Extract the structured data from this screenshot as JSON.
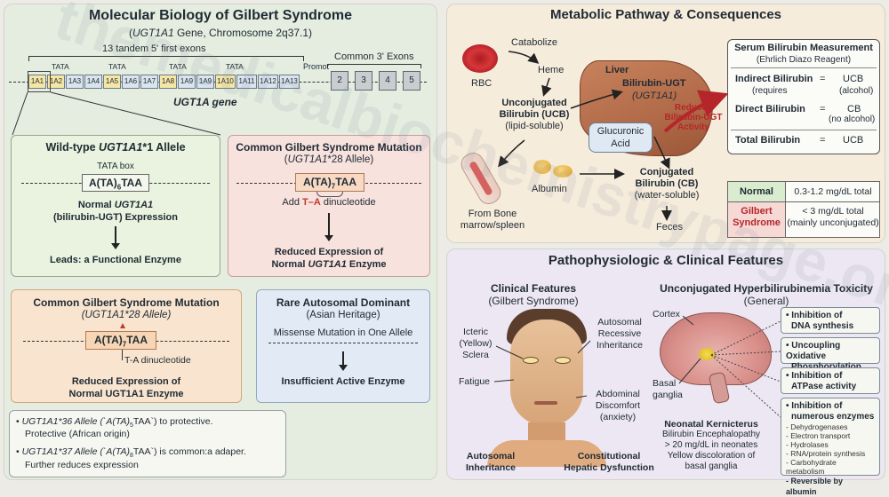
{
  "left": {
    "title": "Molecular Biology of Gilbert Syndrome",
    "subtitle_gene": "UGT1A1",
    "subtitle_rest": " Gene, Chromosome 2q37.1)",
    "subtitle_open": "(",
    "first_exons_label": "13 tandem 5' first exons",
    "common_exons_label": "Common 3' Exons",
    "promoter_label": "Promot",
    "tata_labels": [
      "TATA",
      "TATA",
      "TATA",
      "TATA"
    ],
    "exons": [
      "1A1",
      "1A2",
      "1A3",
      "1A4",
      "1A5",
      "1A6",
      "1A7",
      "1A8",
      "1A9",
      "1A9",
      "1A10",
      "1A11",
      "1A12",
      "1A13"
    ],
    "exons3": [
      "2",
      "3",
      "4",
      "5"
    ],
    "gene_label": "UGT1A gene",
    "wildtype": {
      "title_pre": "Wild-type ",
      "title_gene": "UGT1A1",
      "title_post": "*1 Allele",
      "tata_box": "TATA box",
      "seq_pre": "A(TA)",
      "seq_sub": "6",
      "seq_post": "TAA",
      "line1_pre": "Normal ",
      "line1_gene": "UGT1A1",
      "line2": "(bilirubin-UGT) Expression",
      "result": "Leads: a Functional Enzyme"
    },
    "mutation1": {
      "title": "Common Gilbert Syndrome Mutation",
      "sub_open": "(",
      "sub_gene": "UGT1A1",
      "sub_rest": "*28 Allele)",
      "seq_pre": "A(TA)",
      "seq_sub": "7",
      "seq_post": "TAA",
      "add_pre": "Add ",
      "add_ta": "T–A",
      "add_post": " dinucleotide",
      "result1": "Reduced Expression of",
      "result2_pre": "Normal ",
      "result2_gene": "UGT1A1",
      "result2_post": " Enzyme"
    },
    "mutation2": {
      "title": "Common Gilbert Syndrome Mutation",
      "sub": "(UGT1A1*28 Allele)",
      "seq_pre": "A(TA)",
      "seq_sub": "7",
      "seq_post": "TAA",
      "dinuc": "T-A dinucleotide",
      "result1": "Reduced Expression of",
      "result2": "Normal UGT1A1 Enzyme"
    },
    "rare": {
      "title": "Rare Autosomal Dominant",
      "sub": "(Asian Heritage)",
      "line": "Missense Mutation in One Allele",
      "result": "Insufficient Active Enzyme"
    },
    "notes": [
      {
        "a": "UGT1A1*36 Allele (`A(TA)",
        "sub": "5",
        "b": "TAA`) to protective.",
        "c": "Protective (African origin)"
      },
      {
        "a": "UGT1A1*37 Allele (`A(TA)",
        "sub": "8",
        "b": "TAA`) is common:a adaper.",
        "c": "Further reduces expression"
      }
    ]
  },
  "metabolic": {
    "title": "Metabolic Pathway & Consequences",
    "rbc": "RBC",
    "catabolize": "Catabolize",
    "heme": "Heme",
    "ucb1": "Unconjugated",
    "ucb2": "Bilirubin (UCB)",
    "ucb3": "(lipid-soluble)",
    "liver": "Liver",
    "bugt1": "Bilirubin-UGT",
    "bugt2": "(UGT1A1)",
    "glucuronic1": "Glucuronic",
    "glucuronic2": "Acid",
    "reduced1": "Reduced",
    "reduced2": "Bilirubin-UGT",
    "reduced3": "Activity",
    "albumin": "Albumin",
    "cb1": "Conjugated",
    "cb2": "Bilirubin (CB)",
    "cb3": "(water-soluble)",
    "bone1": "From Bone",
    "bone2": "marrow/spleen",
    "feces": "Feces",
    "serum": {
      "title": "Serum Bilirubin Measurement",
      "sub": "(Ehrlich Diazo Reagent)",
      "rows": [
        {
          "label": "Indirect Bilirubin",
          "note": "(requires",
          "eq": "=",
          "val": "UCB",
          "valnote": "(alcohol)"
        },
        {
          "label": "Direct Bilirubin",
          "note": "",
          "eq": "=",
          "val": "CB",
          "valnote": "(no alcohol)"
        },
        {
          "label": "Total Bilirubin",
          "note": "",
          "eq": "=",
          "val": "UCB",
          "valnote": ""
        }
      ]
    },
    "ranges": [
      {
        "label": "Normal",
        "value": "0.3-1.2 mg/dL total",
        "value2": ""
      },
      {
        "label": "Gilbert Syndrome",
        "label1": "Gilbert",
        "label2": "Syndrome",
        "value": "< 3 mg/dL total",
        "value2": "(mainly unconjugated)"
      }
    ]
  },
  "patho": {
    "title": "Pathophysiologic & Clinical Features",
    "clinical_title": "Clinical Features",
    "clinical_sub": "(Gilbert Syndrome)",
    "icteric1": "Icteric",
    "icteric2": "(Yellow)",
    "icteric3": "Sclera",
    "fatigue": "Fatigue",
    "arec1": "Autosomal",
    "arec2": "Recessive",
    "arec3": "Inheritance",
    "abd1": "Abdominal",
    "abd2": "Discomfort",
    "abd3": "(anxiety)",
    "ai1": "Autosomal",
    "ai2": "Inheritance",
    "chd1": "Constitutional",
    "chd2": "Hepatic Dysfunction",
    "tox_title": "Unconjugated Hyperbilirubinemia Toxicity",
    "tox_sub": "(General)",
    "cortex": "Cortex",
    "basal1": "Basal",
    "basal2": "ganglia",
    "nk_title": "Neonatal Kernicterus",
    "nk1": "Bilirubin Encephalopathy",
    "nk2": "> 20 mg/dL in neonates",
    "nk3": "Yellow discoloration of",
    "nk4": "basal ganglia",
    "effects": [
      {
        "t1": "• Inhibition of",
        "t2": "DNA synthesis"
      },
      {
        "t1": "• Uncoupling Oxidative",
        "t2": "Phosphorylation"
      },
      {
        "t1": "• Inhibition of",
        "t2": "ATPase activity"
      }
    ],
    "enzymes_title1": "• Inhibition of",
    "enzymes_title2": "numerous enzymes",
    "enzymes": [
      "- Dehydrogenases",
      "- Electron transport",
      "- Hydrolases",
      "- RNA/protein synthesis",
      "- Carbohydrate metabolism"
    ],
    "reversible": "- Reversible by albumin"
  },
  "watermark": "themedicalbiochemistrypage.org",
  "colors": {
    "left_bg": "#e4ede0",
    "right_top_bg": "#f6ecdc",
    "right_bottom_bg": "#ece7f2",
    "wildtype_bg": "#e9f3e0",
    "mutation_bg": "#f8e2de",
    "mutation2_bg": "#f9e5cf",
    "rare_bg": "#e2ebf5"
  }
}
